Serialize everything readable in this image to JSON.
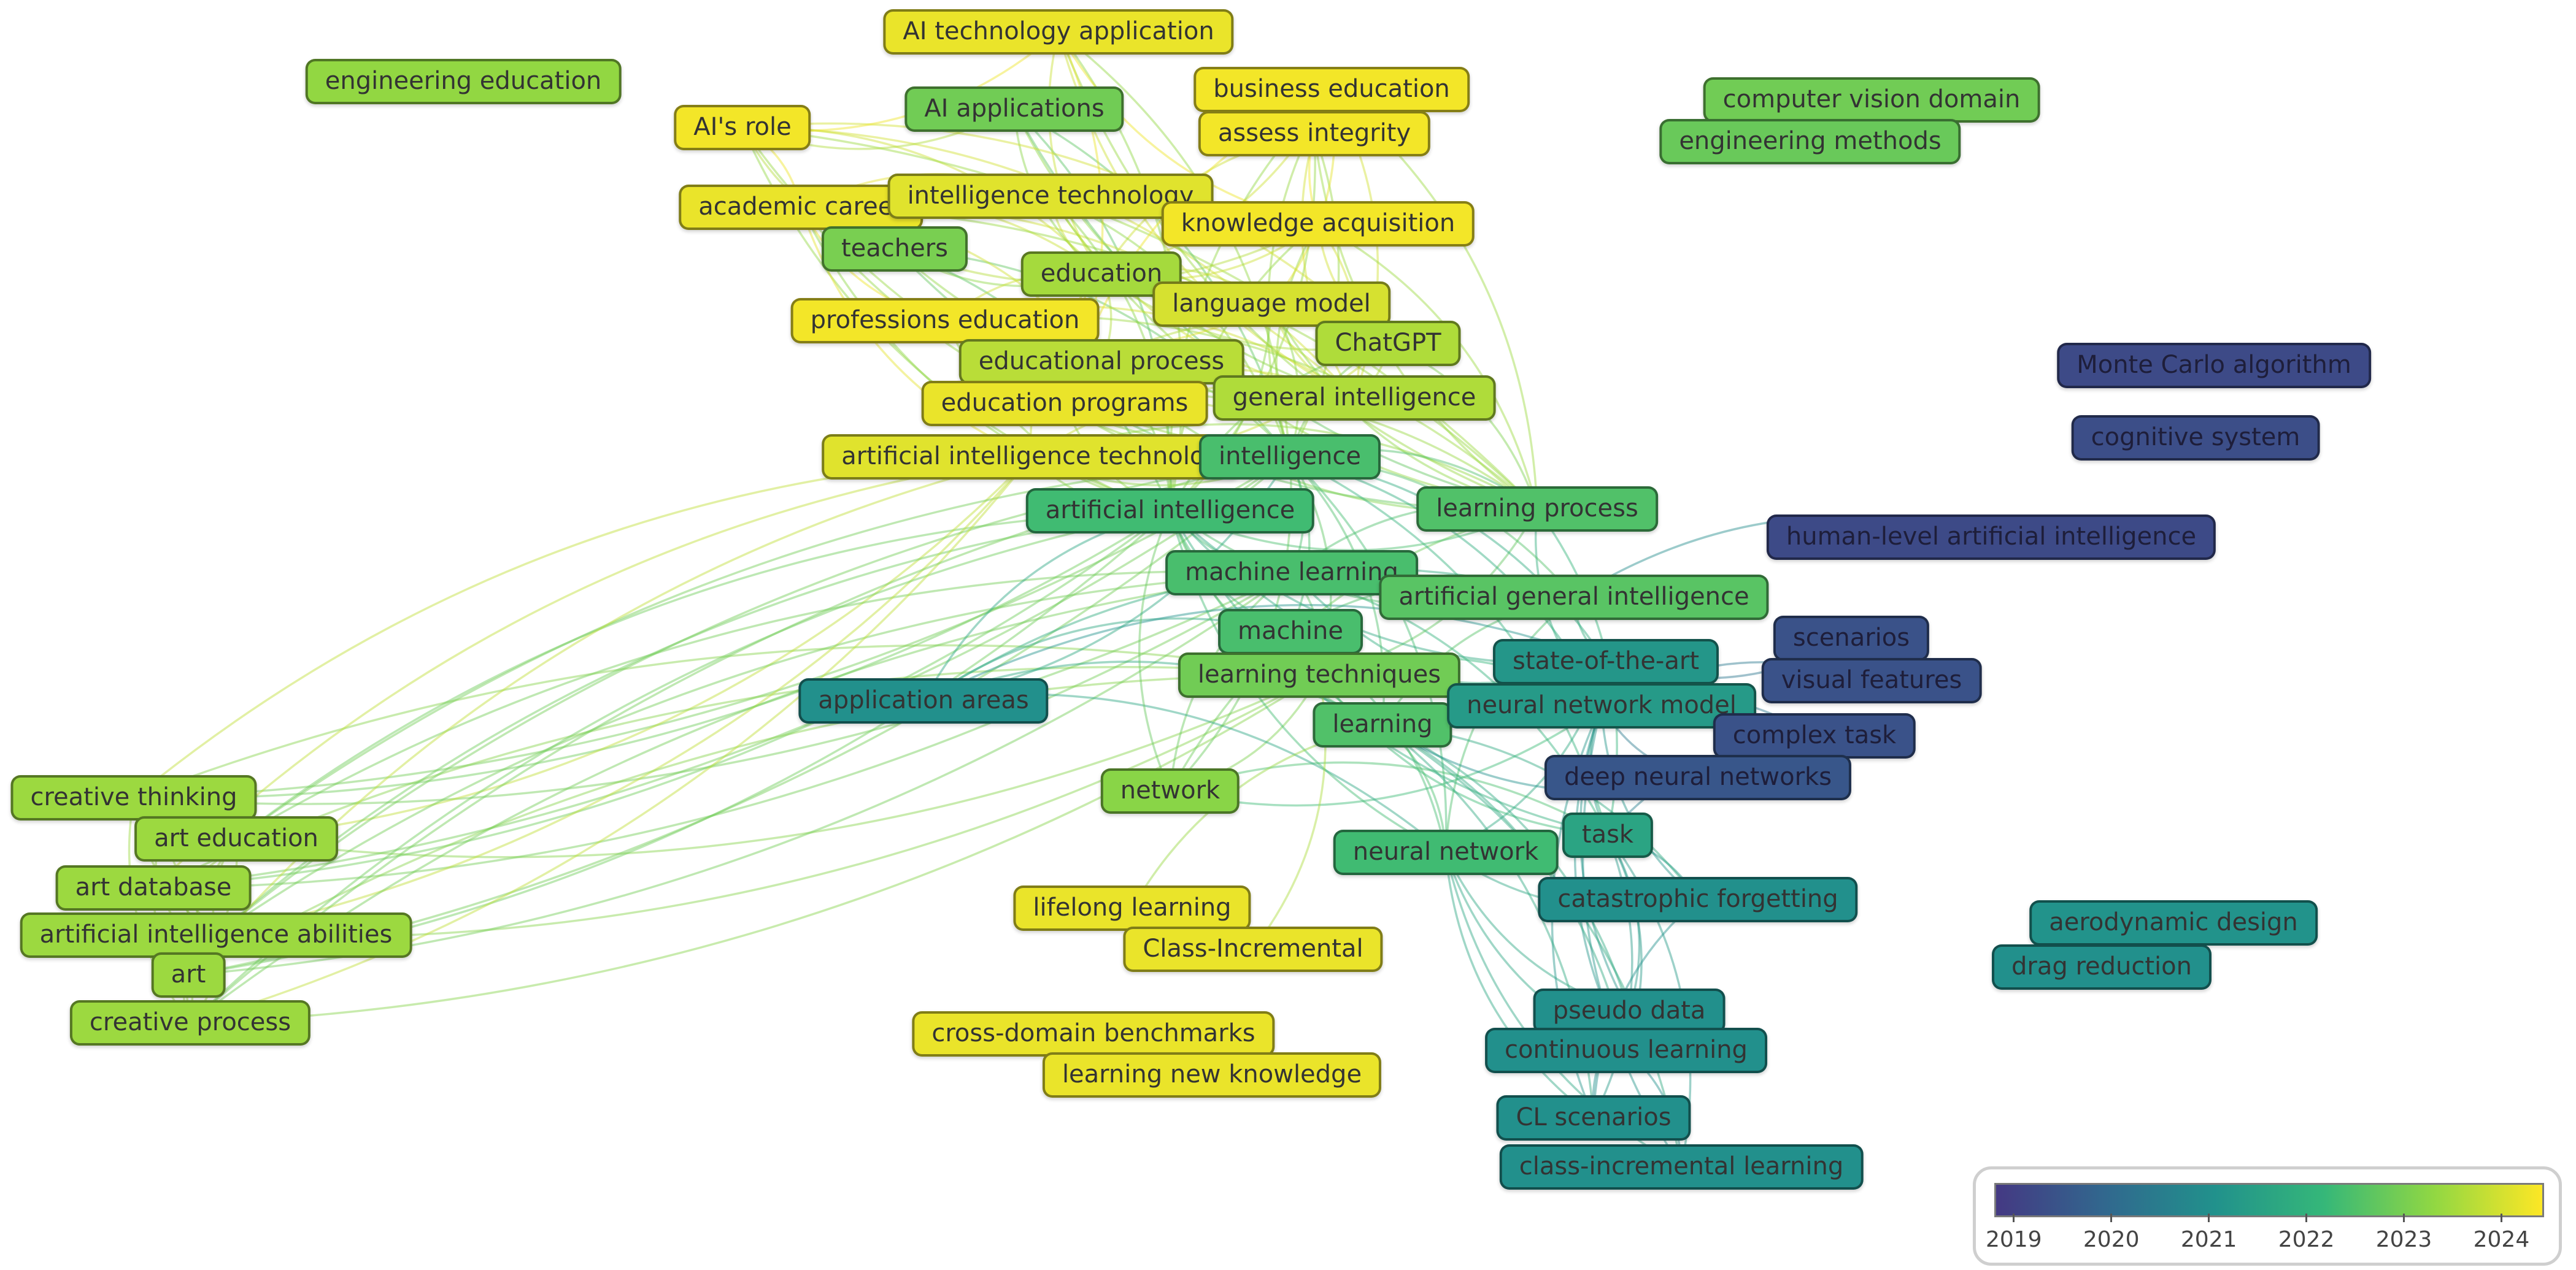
{
  "colormap": [
    "#443983",
    "#31688e",
    "#21918c",
    "#35b779",
    "#90d743",
    "#fde725"
  ],
  "legend": {
    "min": 2018.8,
    "max": 2024.4,
    "ticks": [
      "2019",
      "2020",
      "2021",
      "2022",
      "2023",
      "2024"
    ]
  },
  "nodes": [
    {
      "id": "ai-technology-application",
      "label": "AI technology application",
      "year": 2024.2
    },
    {
      "id": "engineering-education",
      "label": "engineering education",
      "year": 2023.3
    },
    {
      "id": "ais-role",
      "label": "AI's role",
      "year": 2024.3
    },
    {
      "id": "ai-applications",
      "label": "AI applications",
      "year": 2022.9
    },
    {
      "id": "business-education",
      "label": "business education",
      "year": 2024.3
    },
    {
      "id": "assess-integrity",
      "label": "assess integrity",
      "year": 2024.3
    },
    {
      "id": "computer-vision-domain",
      "label": "computer vision domain",
      "year": 2022.9
    },
    {
      "id": "engineering-methods",
      "label": "engineering methods",
      "year": 2022.8
    },
    {
      "id": "academic-career",
      "label": "academic career",
      "year": 2024.2
    },
    {
      "id": "intelligence-technology",
      "label": "intelligence technology",
      "year": 2024.1
    },
    {
      "id": "knowledge-acquisition",
      "label": "knowledge acquisition",
      "year": 2024.3
    },
    {
      "id": "teachers",
      "label": "teachers",
      "year": 2023.0
    },
    {
      "id": "education",
      "label": "education",
      "year": 2023.5
    },
    {
      "id": "professions-education",
      "label": "professions education",
      "year": 2024.3
    },
    {
      "id": "language-model",
      "label": "language model",
      "year": 2024.0
    },
    {
      "id": "chatgpt",
      "label": "ChatGPT",
      "year": 2023.6
    },
    {
      "id": "educational-process",
      "label": "educational process",
      "year": 2023.7
    },
    {
      "id": "education-programs",
      "label": "education programs",
      "year": 2024.2
    },
    {
      "id": "general-intelligence",
      "label": "general intelligence",
      "year": 2023.6
    },
    {
      "id": "artificial-intelligence-technology",
      "label": "artificial intelligence technolog",
      "year": 2024.1
    },
    {
      "id": "intelligence",
      "label": "intelligence",
      "year": 2022.4
    },
    {
      "id": "monte-carlo-algorithm",
      "label": "Monte Carlo algorithm",
      "year": 2019.2
    },
    {
      "id": "cognitive-system",
      "label": "cognitive system",
      "year": 2019.3
    },
    {
      "id": "artificial-intelligence",
      "label": "artificial intelligence",
      "year": 2022.3
    },
    {
      "id": "learning-process",
      "label": "learning process",
      "year": 2022.5
    },
    {
      "id": "human-level-artificial-intelligence",
      "label": "human-level artificial intelligence",
      "year": 2019.2
    },
    {
      "id": "machine-learning",
      "label": "machine learning",
      "year": 2022.4
    },
    {
      "id": "artificial-general-intelligence",
      "label": "artificial general intelligence",
      "year": 2022.6
    },
    {
      "id": "machine",
      "label": "machine",
      "year": 2022.4
    },
    {
      "id": "scenarios",
      "label": "scenarios",
      "year": 2019.4
    },
    {
      "id": "state-of-the-art",
      "label": "state-of-the-art",
      "year": 2021.2
    },
    {
      "id": "learning-techniques",
      "label": "learning techniques",
      "year": 2022.9
    },
    {
      "id": "visual-features",
      "label": "visual features",
      "year": 2019.4
    },
    {
      "id": "application-areas",
      "label": "application areas",
      "year": 2021.0
    },
    {
      "id": "learning",
      "label": "learning",
      "year": 2022.5
    },
    {
      "id": "neural-network-model",
      "label": "neural network model",
      "year": 2021.3
    },
    {
      "id": "complex-task",
      "label": "complex task",
      "year": 2019.4
    },
    {
      "id": "deep-neural-networks",
      "label": "deep neural networks",
      "year": 2019.5
    },
    {
      "id": "creative-thinking",
      "label": "creative thinking",
      "year": 2023.4
    },
    {
      "id": "network",
      "label": "network",
      "year": 2023.2
    },
    {
      "id": "art-education",
      "label": "art education",
      "year": 2023.4
    },
    {
      "id": "task",
      "label": "task",
      "year": 2021.6
    },
    {
      "id": "neural-network",
      "label": "neural network",
      "year": 2022.3
    },
    {
      "id": "art-database",
      "label": "art database",
      "year": 2023.4
    },
    {
      "id": "catastrophic-forgetting",
      "label": "catastrophic forgetting",
      "year": 2021.0
    },
    {
      "id": "lifelong-learning",
      "label": "lifelong learning",
      "year": 2024.2
    },
    {
      "id": "aerodynamic-design",
      "label": "aerodynamic design",
      "year": 2021.1
    },
    {
      "id": "artificial-intelligence-abilities",
      "label": "artificial intelligence abilities",
      "year": 2023.4
    },
    {
      "id": "class-incremental",
      "label": "Class-Incremental",
      "year": 2024.2
    },
    {
      "id": "art",
      "label": "art",
      "year": 2023.4
    },
    {
      "id": "drag-reduction",
      "label": "drag reduction",
      "year": 2021.0
    },
    {
      "id": "creative-process",
      "label": "creative process",
      "year": 2023.4
    },
    {
      "id": "cross-domain-benchmarks",
      "label": "cross-domain benchmarks",
      "year": 2024.2
    },
    {
      "id": "pseudo-data",
      "label": "pseudo data",
      "year": 2021.0
    },
    {
      "id": "continuous-learning",
      "label": "continuous learning",
      "year": 2021.0
    },
    {
      "id": "learning-new-knowledge",
      "label": "learning new knowledge",
      "year": 2024.2
    },
    {
      "id": "cl-scenarios",
      "label": "CL scenarios",
      "year": 2021.0
    },
    {
      "id": "class-incremental-learning",
      "label": "class-incremental learning",
      "year": 2021.0
    }
  ]
}
